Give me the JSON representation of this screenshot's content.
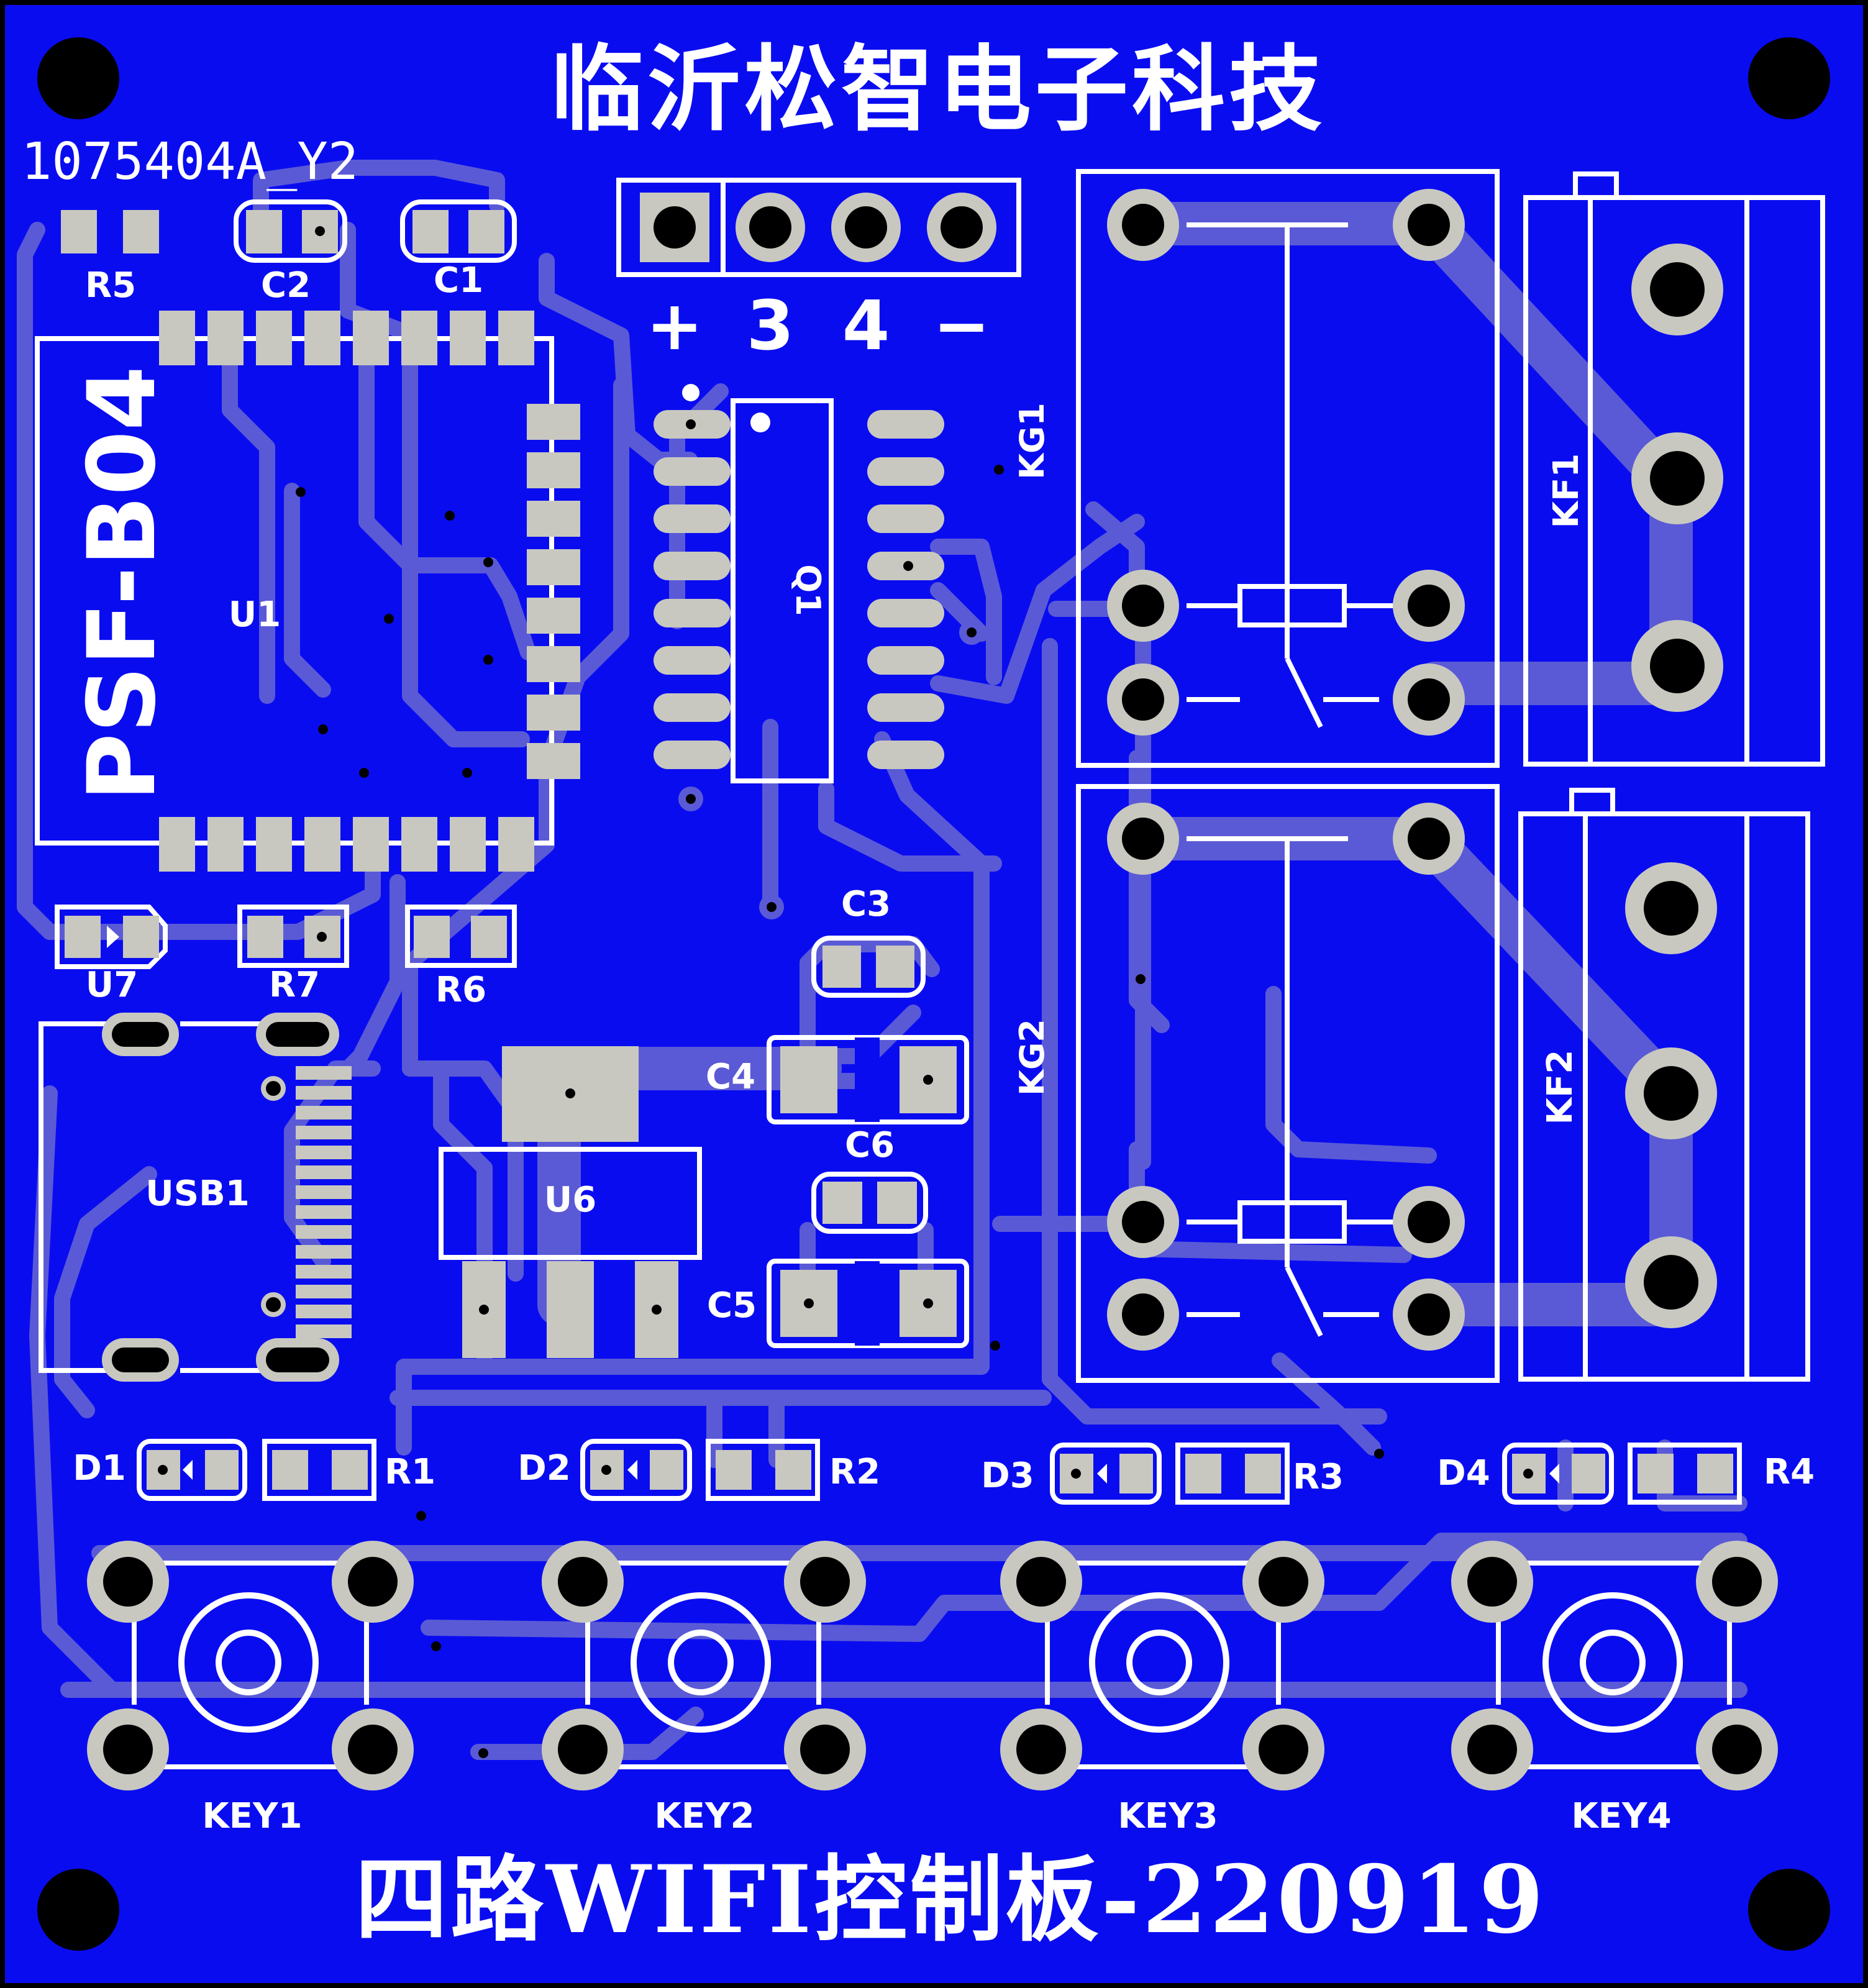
{
  "board": {
    "title": "临沂松智电子科技",
    "subtitle": "四路WIFI控制板-220919",
    "part_number": "1075404A_Y2",
    "colors": {
      "board": "#0a0cf0",
      "trace": "#5a5ad6",
      "pad": "#c8c8c0",
      "silk": "#ffffff",
      "hole": "#000000"
    }
  },
  "connector": {
    "labels": [
      "+",
      "3",
      "4",
      "−"
    ]
  },
  "components": {
    "module": "PSF-B04",
    "u1": "U1",
    "u6": "U6",
    "u7": "U7",
    "usb": "USB1",
    "q1": "Q1",
    "kg1": "KG1",
    "kg2": "KG2",
    "kf1": "KF1",
    "kf2": "KF2",
    "r5": "R5",
    "r6": "R6",
    "r7": "R7",
    "c1": "C1",
    "c2": "C2",
    "c3": "C3",
    "c4": "C4",
    "c5": "C5",
    "c6": "C6",
    "d1": "D1",
    "d2": "D2",
    "d3": "D3",
    "d4": "D4",
    "r1": "R1",
    "r2": "R2",
    "r3": "R3",
    "r4": "R4",
    "key1": "KEY1",
    "key2": "KEY2",
    "key3": "KEY3",
    "key4": "KEY4"
  }
}
